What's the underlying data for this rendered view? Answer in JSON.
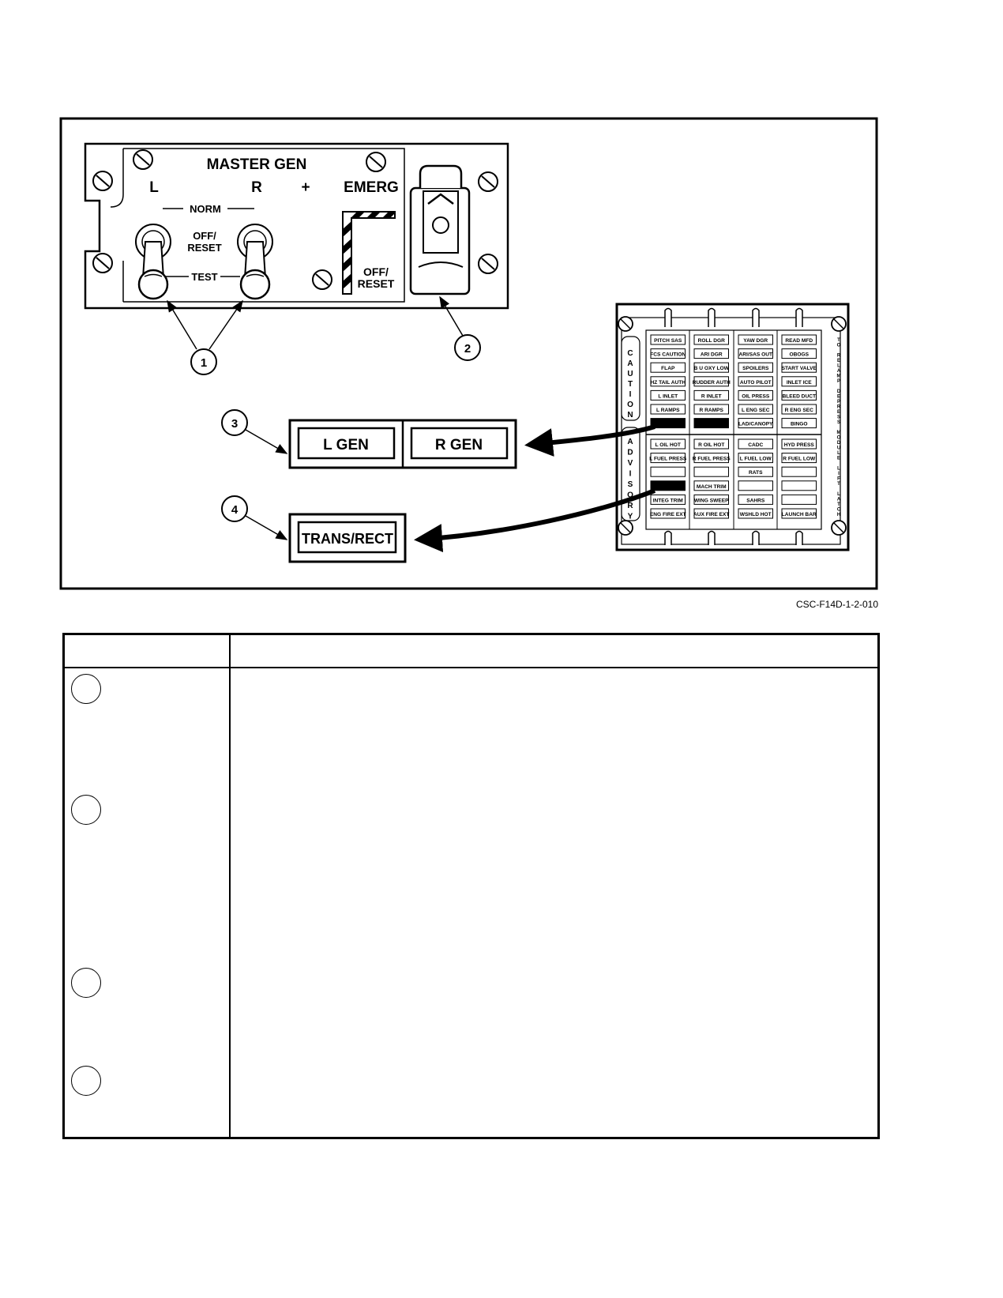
{
  "panel": {
    "title": "MASTER GEN",
    "label_left": "L",
    "label_right": "R",
    "label_plus": "+",
    "label_emerg": "EMERG",
    "label_norm": "NORM",
    "label_off_reset_1": "OFF/",
    "label_off_reset_2": "RESET",
    "label_test": "TEST",
    "label_emerg_off_1": "OFF/",
    "label_emerg_off_2": "RESET"
  },
  "callouts": [
    "1",
    "2",
    "3",
    "4"
  ],
  "lights": {
    "l_gen": "L GEN",
    "r_gen": "R GEN",
    "trans_rect": "TRANS/RECT"
  },
  "caution_panel": {
    "side_caution": [
      "C",
      "A",
      "U",
      "T",
      "I",
      "O",
      "N"
    ],
    "side_advisory": [
      "A",
      "D",
      "V",
      "I",
      "S",
      "O",
      "R",
      "Y"
    ],
    "right_note": [
      "T",
      "O",
      "",
      "R",
      "E",
      "L",
      "A",
      "M",
      "P",
      "",
      "D",
      "E",
      "P",
      "R",
      "E",
      "S",
      "S",
      "",
      "M",
      "O",
      "D",
      "U",
      "L",
      "E",
      "",
      "L",
      "I",
      "F",
      "T",
      "",
      "L",
      "A",
      "T",
      "C",
      "H"
    ],
    "caution_rows": [
      [
        "PITCH SAS",
        "ROLL DGR",
        "YAW DGR",
        "READ MFD"
      ],
      [
        "FCS CAUTION",
        "ARI DGR",
        "ARI/SAS OUT",
        "OBOGS"
      ],
      [
        "FLAP",
        "B U OXY LOW",
        "SPOILERS",
        "START VALVE"
      ],
      [
        "HZ TAIL AUTH",
        "RUDDER AUTH",
        "AUTO PILOT",
        "INLET ICE"
      ],
      [
        "L INLET",
        "R INLET",
        "OIL PRESS",
        "BLEED DUCT"
      ],
      [
        "L RAMPS",
        "R RAMPS",
        "L ENG SEC",
        "R ENG SEC"
      ],
      [
        "",
        "",
        "LAD/CANOPY",
        "BINGO"
      ]
    ],
    "advisory_rows": [
      [
        "L OIL HOT",
        "R OIL HOT",
        "CADC",
        "HYD PRESS"
      ],
      [
        "L FUEL PRESS",
        "R FUEL PRESS",
        "L FUEL LOW",
        "R FUEL LOW"
      ],
      [
        "",
        "",
        "RATS",
        ""
      ],
      [
        "",
        "MACH TRIM",
        "",
        ""
      ],
      [
        "INTEG TRIM",
        "WING SWEEP",
        "SAHRS",
        ""
      ],
      [
        "ENG FIRE EXT",
        "AUX FIRE EXT",
        "WSHLD HOT",
        "LAUNCH BAR"
      ]
    ],
    "dark_cells": [
      [
        6,
        0
      ],
      [
        6,
        1
      ],
      [
        10,
        0
      ]
    ]
  },
  "figure_id": "CSC-F14D-1-2-010"
}
